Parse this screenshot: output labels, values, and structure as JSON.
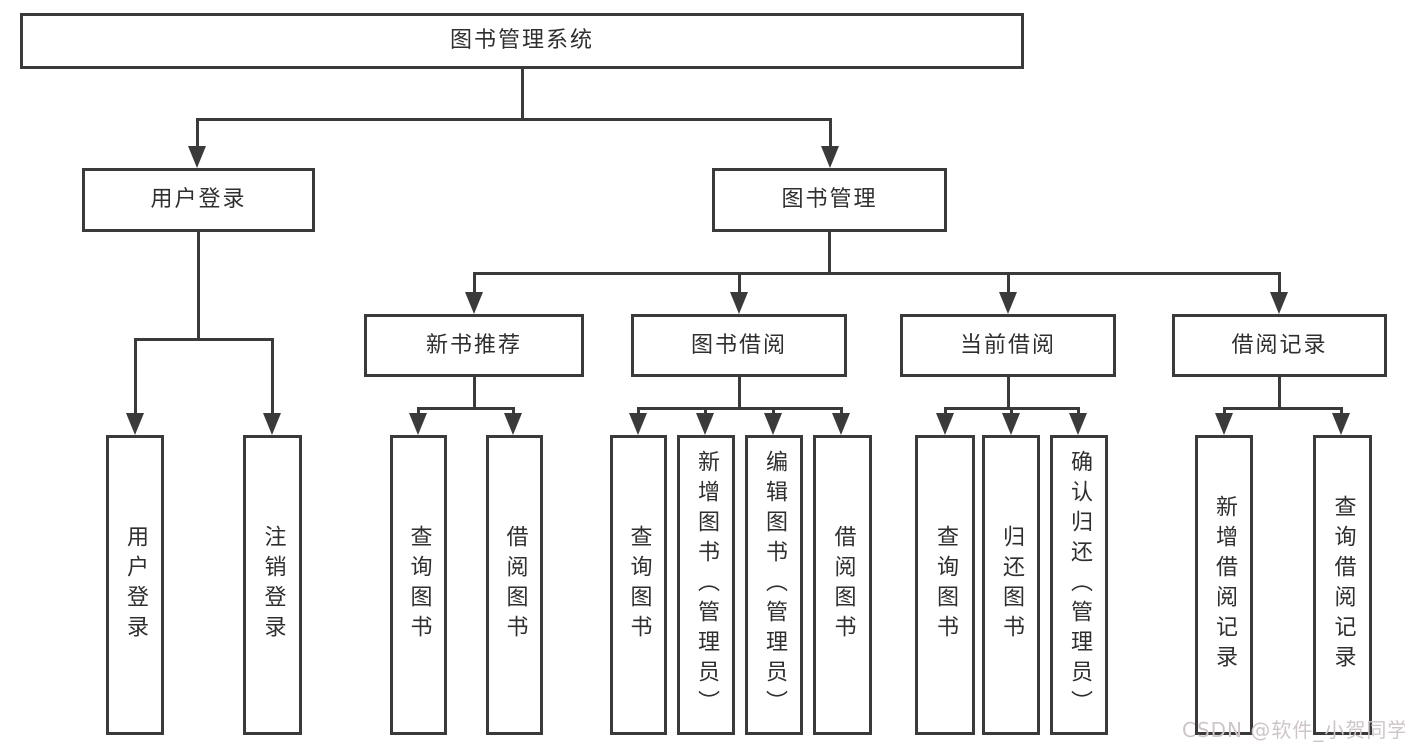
{
  "colors": {
    "line": "#3a3a3a",
    "box_border": "#3a3a3a",
    "text": "#2f2f2f",
    "watermark_text": "#cfc5c8",
    "background": "#ffffff"
  },
  "diagram": {
    "root": {
      "label": "图书管理系统"
    },
    "level2": [
      {
        "label": "用户登录"
      },
      {
        "label": "图书管理"
      }
    ],
    "level3": [
      {
        "label": "新书推荐"
      },
      {
        "label": "图书借阅"
      },
      {
        "label": "当前借阅"
      },
      {
        "label": "借阅记录"
      }
    ],
    "leaves": [
      {
        "label": "用户登录"
      },
      {
        "label": "注销登录"
      },
      {
        "label": "查询图书"
      },
      {
        "label": "借阅图书"
      },
      {
        "label": "查询图书"
      },
      {
        "label": "新增图书（管理员）"
      },
      {
        "label": "编辑图书（管理员）"
      },
      {
        "label": "借阅图书"
      },
      {
        "label": "查询图书"
      },
      {
        "label": "归还图书"
      },
      {
        "label": "确认归还（管理员）"
      },
      {
        "label": "新增借阅记录"
      },
      {
        "label": "查询借阅记录"
      }
    ]
  },
  "watermark": {
    "text": "CSDN @软件_小贺同学"
  }
}
